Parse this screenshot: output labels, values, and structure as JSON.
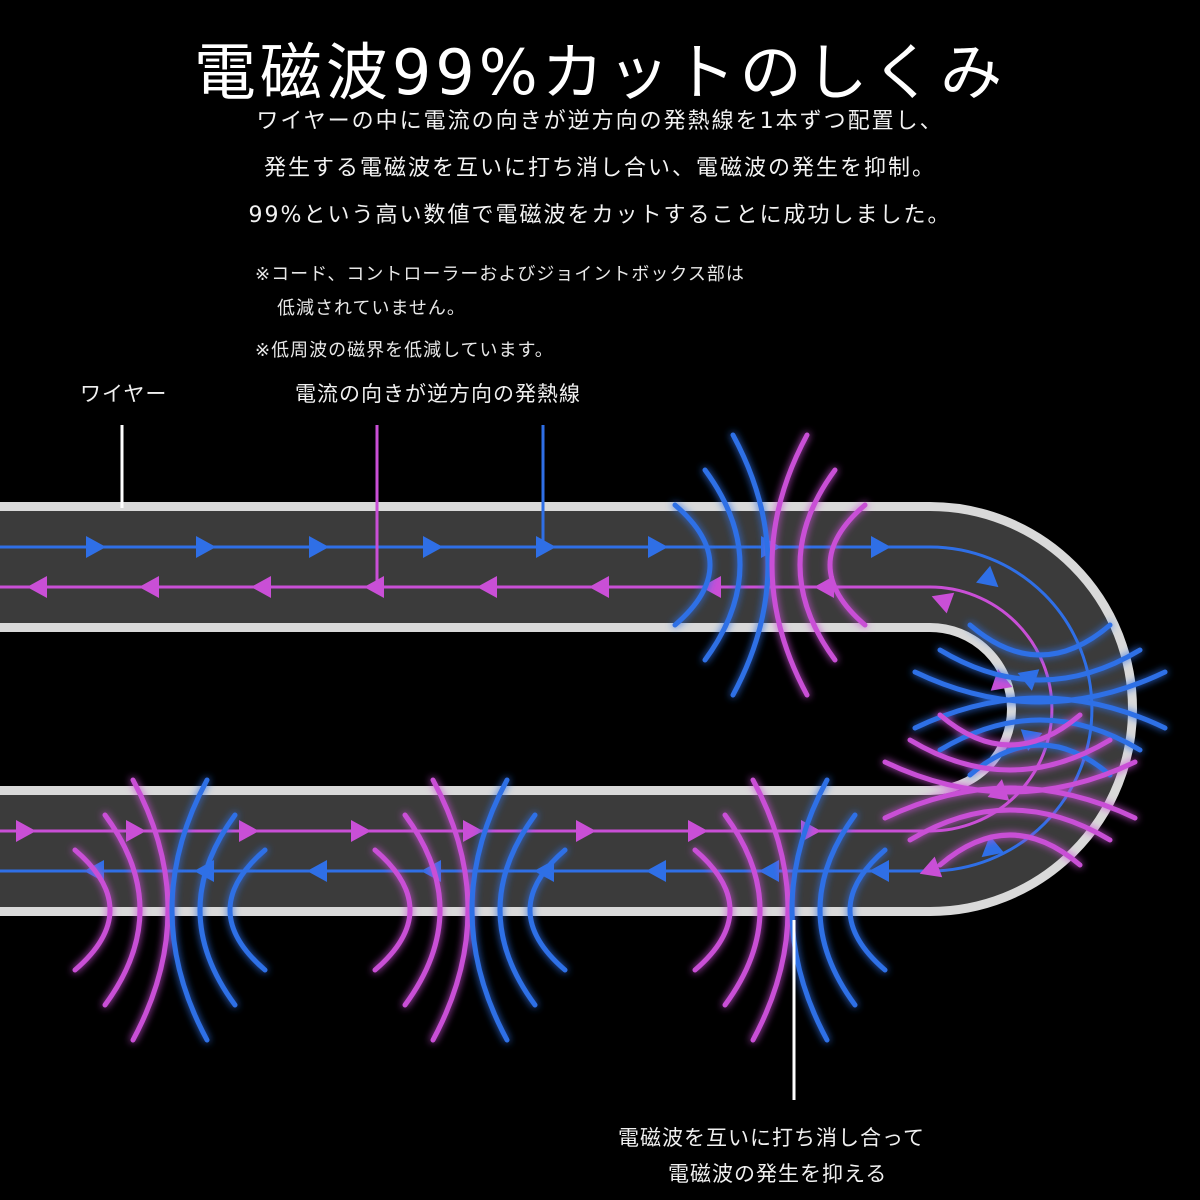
{
  "title": "電磁波99%カットのしくみ",
  "description": [
    "ワイヤーの中に電流の向きが逆方向の発熱線を1本ずつ配置し、",
    "発生する電磁波を互いに打ち消し合い、電磁波の発生を抑制。",
    "99%という高い数値で電磁波をカットすることに成功しました。"
  ],
  "notes": {
    "note1_line1": "※コード、コントローラーおよびジョイントボックス部は",
    "note1_line2": "低減されていません。",
    "note2": "※低周波の磁界を低減しています。"
  },
  "labels": {
    "wire": "ワイヤー",
    "heating_wire": "電流の向きが逆方向の発熱線",
    "cancel_line1": "電磁波を互いに打ち消し合って",
    "cancel_line2": "電磁波の発生を抑える"
  },
  "colors": {
    "background": "#000000",
    "wire_fill": "#3b3b3b",
    "wire_outline": "#d9d9d9",
    "blue": "#2f6fe6",
    "magenta": "#c94fd6",
    "leader": "#ffffff"
  }
}
